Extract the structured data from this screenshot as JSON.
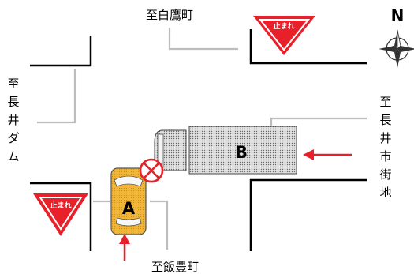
{
  "labels": {
    "north_direction": "至白鷹町",
    "south_direction": "至飯豊町",
    "west_direction": "至長井ダム",
    "east_direction": "至長井市街地",
    "compass_north": "N"
  },
  "stop_sign_text": "止まれ",
  "vehicles": {
    "car_a": "A",
    "truck_b": "B"
  },
  "colors": {
    "stop_sign_red": "#e8202a",
    "car_yellow": "#f2b637",
    "truck_grey": "#cfcfcf",
    "arrow_red": "#e8202a",
    "road_edge": "#000000",
    "center_line": "#bdbdbd"
  },
  "icons": {
    "collision_marker": "circle-x-icon",
    "compass": "compass-rose-icon"
  }
}
